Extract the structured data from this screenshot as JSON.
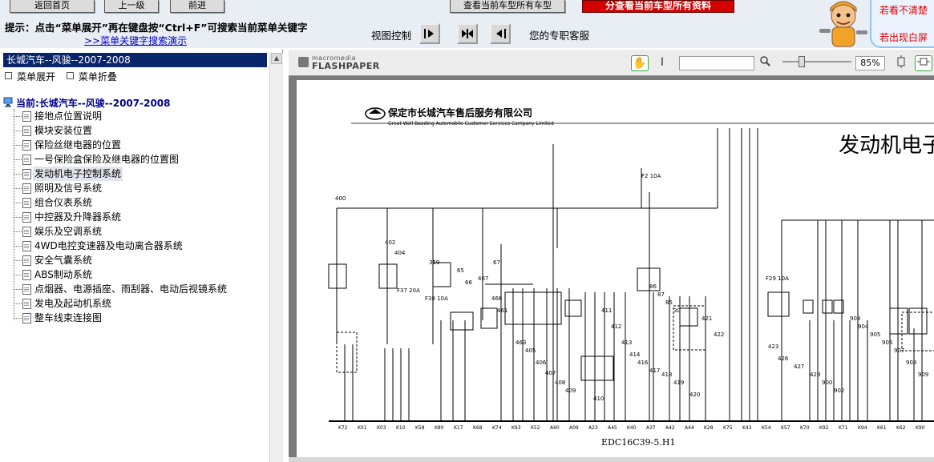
{
  "top": {
    "buttons": [
      "返回首页",
      "上一级",
      "前进"
    ],
    "red_buttons": [
      "查看当前车型所有车型",
      "分查看当前车型所有资料"
    ],
    "tip": "提示：点击“菜单展开”再在键盘按“Ctrl+F”可搜索当前菜单关键字",
    "tip_link": ">>菜单关键字搜索演示",
    "view_control_label": "视图控制",
    "service": "您的专职客服",
    "ad_line1": "若看不清楚",
    "ad_line2": "若出现白屏"
  },
  "left": {
    "header": "长城汽车--风骏--2007-2008",
    "expand": "菜单展开",
    "collapse": "菜单折叠",
    "root": "当前:长城汽车--风骏--2007-2008",
    "items": [
      "接地点位置说明",
      "模块安装位置",
      "保险丝继电器的位置",
      "一号保险盒保险及继电器的位置图",
      "发动机电子控制系统",
      "照明及信号系统",
      "组合仪表系统",
      "中控器及升降器系统",
      "娱乐及空调系统",
      "4WD电控变速器及电动离合器系统",
      "安全气囊系统",
      "ABS制动系统",
      "点烟器、电源插座、雨刮器、电动后视镜系统",
      "发电及起动机系统",
      "整车线束连接图"
    ],
    "selected_index": 4
  },
  "viewer": {
    "logo_small": "macromedia",
    "logo_big": "FLASHPAPER",
    "zoom": "85%",
    "doc": {
      "company": "保定市长城汽车售后服务有限公司",
      "company_en": "Great Wall Baoding Automobile Customer Services Company Limited",
      "title": "发动机电子",
      "ecu": "EDC16C39-5.H1",
      "fuse": "F2 10A",
      "labels": [
        "400",
        "402",
        "404",
        "359",
        "467",
        "466",
        "461",
        "463",
        "405",
        "406",
        "407",
        "408",
        "409",
        "410",
        "411",
        "412",
        "413",
        "414",
        "416",
        "417",
        "418",
        "419",
        "420",
        "421",
        "422",
        "423",
        "426",
        "427",
        "429",
        "900",
        "902",
        "903",
        "904",
        "905",
        "906",
        "907",
        "908",
        "909",
        "F37 20A",
        "F38 10A",
        "F29 10A",
        "67",
        "65",
        "66",
        "86",
        "87",
        "85",
        "30"
      ],
      "pins": [
        "K72",
        "K01",
        "K03",
        "K10",
        "K58",
        "K80",
        "K17",
        "K68",
        "K74",
        "K93",
        "K52",
        "A60",
        "A09",
        "A23",
        "A45",
        "K40",
        "A37",
        "A42",
        "A44",
        "K28",
        "K75",
        "K43",
        "K54",
        "K57",
        "K70",
        "K92",
        "K71",
        "K94",
        "K61",
        "K62",
        "K90"
      ]
    }
  }
}
